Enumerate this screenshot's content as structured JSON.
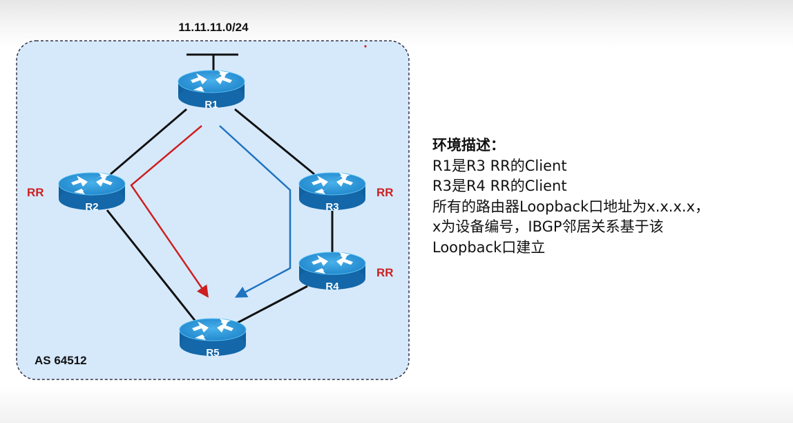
{
  "network": {
    "subnet_label": "11.11.11.0/24",
    "as_label": "AS 64512",
    "routers": {
      "r1": {
        "label": "R1"
      },
      "r2": {
        "label": "R2",
        "role": "RR"
      },
      "r3": {
        "label": "R3",
        "role": "RR"
      },
      "r4": {
        "label": "R4",
        "role": "RR"
      },
      "r5": {
        "label": "R5"
      }
    }
  },
  "description": {
    "title": "环境描述：",
    "lines": [
      "R1是R3 RR的Client",
      "R3是R4 RR的Client",
      "所有的路由器Loopback口地址为x.x.x.x，",
      "x为设备编号，IBGP邻居关系基于该",
      "Loopback口建立"
    ]
  },
  "colors": {
    "as_area_fill": "#d6e9fb",
    "as_area_border": "#333344",
    "router_body": "#1f7fc2",
    "router_top": "#2d9adc",
    "link": "#111111",
    "path_red": "#cc2020",
    "path_blue": "#1f73c0",
    "rr_label": "#cc2020"
  }
}
